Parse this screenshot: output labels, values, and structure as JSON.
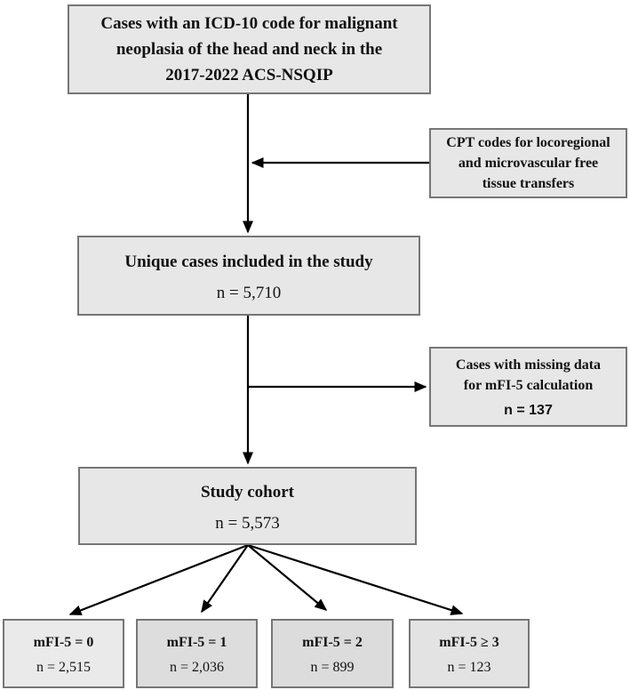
{
  "colors": {
    "background": "#ffffff",
    "box_fill": "#e7e7e7",
    "box_fill_light": "#eaeaea",
    "box_fill_shaded": "#dddddd",
    "box_border": "#767676",
    "arrow": "#000000",
    "text": "#111111"
  },
  "boxes": {
    "icd": {
      "lines": [
        "Cases with an ICD-10 code for malignant",
        "neoplasia of the head and neck in the",
        "2017-2022 ACS-NSQIP"
      ]
    },
    "cpt": {
      "lines": [
        "CPT codes for locoregional",
        "and microvascular free",
        "tissue transfers"
      ]
    },
    "unique": {
      "title": "Unique cases included in the study",
      "n": "n = 5,710"
    },
    "missing": {
      "lines": [
        "Cases with missing data",
        "for mFI-5 calculation"
      ],
      "n": "n = 137"
    },
    "cohort": {
      "title": "Study cohort",
      "n": "n = 5,573"
    },
    "outcomes": [
      {
        "label": "mFI-5 = 0",
        "n": "n = 2,515"
      },
      {
        "label": "mFI-5 = 1",
        "n": "n = 2,036"
      },
      {
        "label": "mFI-5 = 2",
        "n": "n = 899"
      },
      {
        "label": "mFI-5 ≥ 3",
        "n": "n = 123"
      }
    ]
  }
}
